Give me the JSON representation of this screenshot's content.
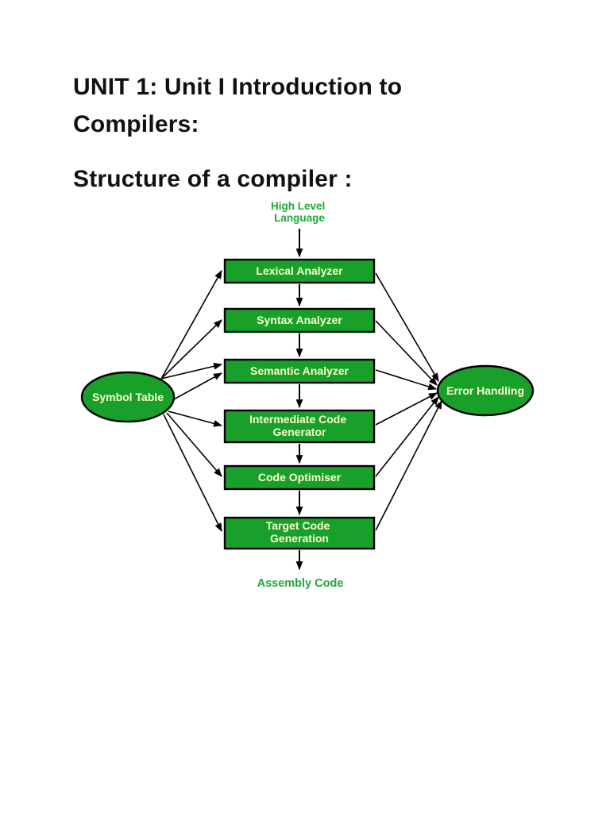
{
  "page": {
    "title_line1": "UNIT 1: Unit I Introduction to",
    "title_line2": "Compilers:",
    "section_heading": "Structure of a compiler :"
  },
  "diagram": {
    "input_label": {
      "line1": "High Level",
      "line2": "Language"
    },
    "output_label": "Assembly Code",
    "phases": [
      {
        "label": "Lexical Analyzer",
        "lines": [
          "Lexical Analyzer"
        ]
      },
      {
        "label": "Syntax Analyzer",
        "lines": [
          "Syntax Analyzer"
        ]
      },
      {
        "label": "Semantic Analyzer",
        "lines": [
          "Semantic Analyzer"
        ]
      },
      {
        "label": "Intermediate Code Generator",
        "lines": [
          "Intermediate Code",
          "Generator"
        ]
      },
      {
        "label": "Code Optimiser",
        "lines": [
          "Code Optimiser"
        ]
      },
      {
        "label": "Target Code Generation",
        "lines": [
          "Target Code",
          "Generation"
        ]
      }
    ],
    "side_nodes": {
      "left": "Symbol Table",
      "right": "Error Handling"
    },
    "colors": {
      "node_fill": "#18A02B",
      "node_border": "#000000",
      "node_text": "#FFFFCD",
      "label_text": "#1EA83A",
      "arrow": "#000000",
      "page_background": "#FFFFFF",
      "heading_text": "#111111"
    }
  }
}
